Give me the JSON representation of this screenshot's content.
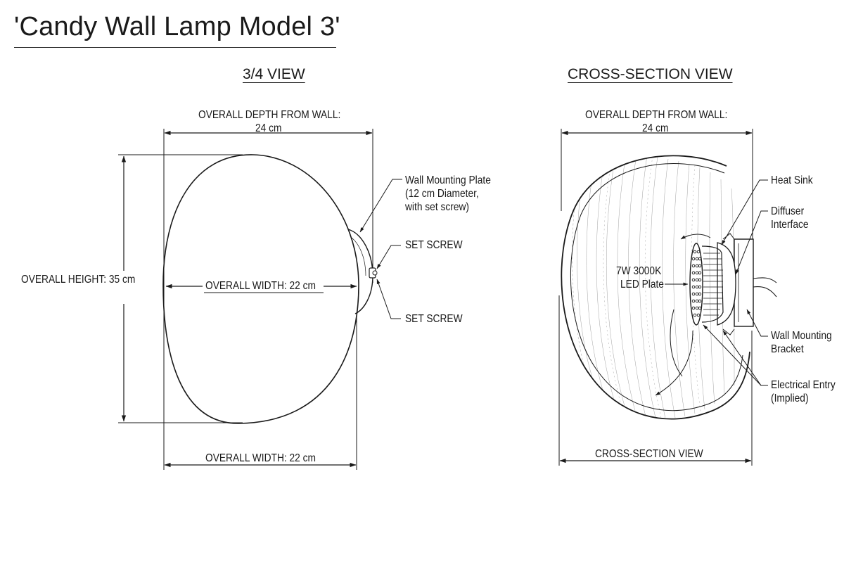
{
  "title": "'Candy Wall Lamp Model 3'",
  "left_view": {
    "title": "3/4 VIEW",
    "depth_label": "OVERALL DEPTH FROM WALL:",
    "depth_value": "24 cm",
    "height_label": "OVERALL HEIGHT: 35 cm",
    "width_inner": "OVERALL WIDTH: 22 cm",
    "width_bottom": "OVERALL WIDTH: 22 cm",
    "callouts": {
      "plate_line1": "Wall Mounting Plate",
      "plate_line2": "(12 cm Diameter,",
      "plate_line3": "with set screw)",
      "set_screw_upper": "SET SCREW",
      "set_screw_lower": "SET SCREW"
    }
  },
  "right_view": {
    "title": "CROSS-SECTION VIEW",
    "depth_label": "OVERALL DEPTH FROM WALL:",
    "depth_value": "24 cm",
    "bottom_label": "CROSS-SECTION VIEW",
    "led_line1": "7W 3000K",
    "led_line2": "LED Plate",
    "callouts": {
      "heat_sink": "Heat Sink",
      "diffuser_line1": "Diffuser",
      "diffuser_line2": "Interface",
      "bracket_line1": "Wall Mounting",
      "bracket_line2": "Bracket",
      "electrical_line1": "Electrical Entry",
      "electrical_line2": "(Implied)"
    }
  }
}
